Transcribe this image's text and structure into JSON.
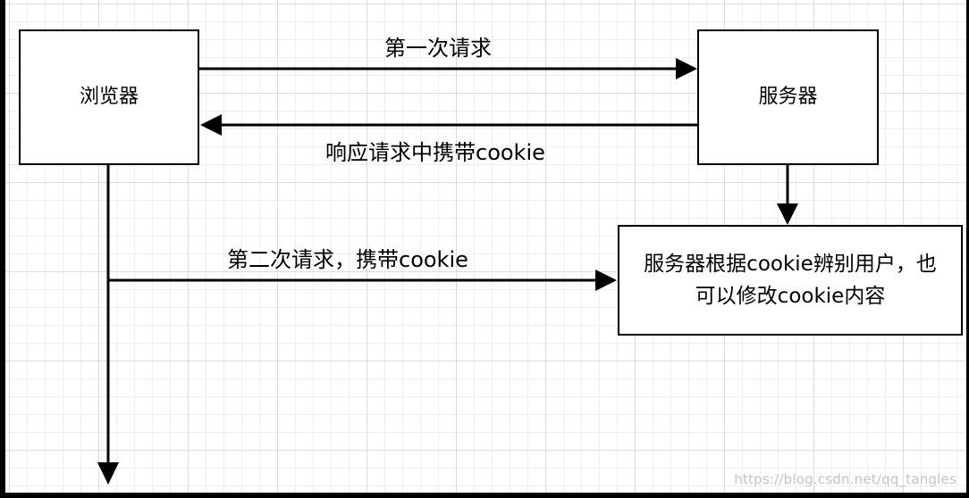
{
  "nodes": {
    "browser": "浏览器",
    "server": "服务器",
    "identify": "服务器根据cookie辨别用户，也可以修改cookie内容"
  },
  "edges": {
    "first_request": "第一次请求",
    "response": "响应请求中携带cookie",
    "second_request": "第二次请求，携带cookie"
  },
  "watermark": "https://blog.csdn.net/qq_tangles",
  "colors": {
    "line": "#000000",
    "grid": "#dcdcdc",
    "background": "#ffffff"
  }
}
